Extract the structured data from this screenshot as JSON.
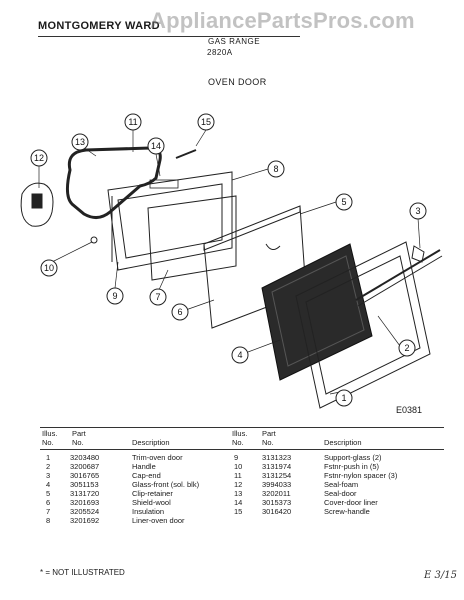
{
  "header": {
    "brand": "MONTGOMERY WARD",
    "watermark": "AppliancePartsPros.com",
    "product": "GAS RANGE",
    "model": "2820A",
    "section": "OVEN DOOR"
  },
  "figure_code": "E0381",
  "callouts": [
    "1",
    "2",
    "3",
    "4",
    "5",
    "6",
    "7",
    "8",
    "9",
    "10",
    "11",
    "12",
    "13",
    "14",
    "15"
  ],
  "table": {
    "columns": {
      "illus": "Illus.\nNo.",
      "part": "Part\nNo.",
      "description": "Description"
    },
    "left_rows": [
      {
        "illus": "1",
        "part": "3203480",
        "description": "Trim-oven door"
      },
      {
        "illus": "2",
        "part": "3200687",
        "description": "Handle"
      },
      {
        "illus": "3",
        "part": "3016765",
        "description": "Cap-end"
      },
      {
        "illus": "4",
        "part": "3051153",
        "description": "Glass-front (sol. blk)"
      },
      {
        "illus": "5",
        "part": "3131720",
        "description": "Clip-retainer"
      },
      {
        "illus": "6",
        "part": "3201693",
        "description": "Shield-wool"
      },
      {
        "illus": "7",
        "part": "3205524",
        "description": "Insulation"
      },
      {
        "illus": "8",
        "part": "3201692",
        "description": "Liner-oven door"
      }
    ],
    "right_rows": [
      {
        "illus": "9",
        "part": "3131323",
        "description": "Support-glass (2)"
      },
      {
        "illus": "10",
        "part": "3131974",
        "description": "Fstnr-push in (5)"
      },
      {
        "illus": "11",
        "part": "3131254",
        "description": "Fstnr-nylon spacer (3)"
      },
      {
        "illus": "12",
        "part": "3994033",
        "description": "Seal-foam"
      },
      {
        "illus": "13",
        "part": "3202011",
        "description": "Seal-door"
      },
      {
        "illus": "14",
        "part": "3015373",
        "description": "Cover-door liner"
      },
      {
        "illus": "15",
        "part": "3016420",
        "description": "Screw-handle"
      }
    ]
  },
  "footnote": "* = NOT ILLUSTRATED",
  "handwritten_note": "E 3/15"
}
